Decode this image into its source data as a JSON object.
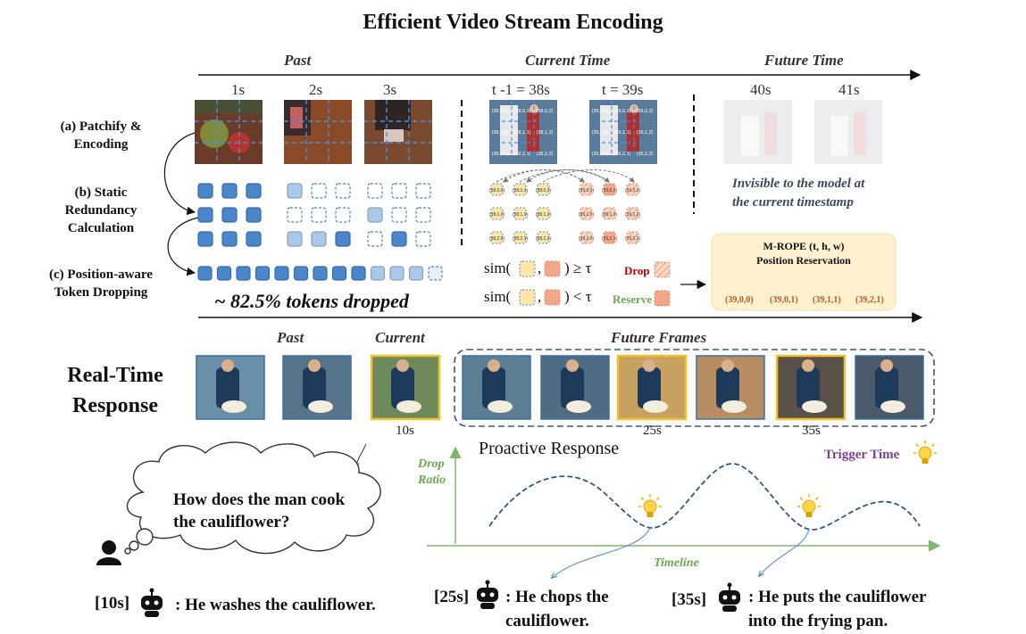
{
  "title": "Efficient Video Stream Encoding",
  "timeline": {
    "past_label": "Past",
    "current_label": "Current Time",
    "future_label": "Future Time",
    "past_times": [
      "1s",
      "2s",
      "3s"
    ],
    "current_times": [
      "t -1 = 38s",
      "t = 39s"
    ],
    "future_times": [
      "40s",
      "41s"
    ]
  },
  "steps": {
    "patchify": "(a) Patchify &\nEncoding",
    "redundancy": "(b) Static\nRedundancy\nCalculation",
    "dropping": "(c) Position-aware\nToken Dropping"
  },
  "tokens_dropped": "~ 82.5%  tokens dropped",
  "invisible_note": "Invisible to the model at\nthe current timestamp",
  "sim": {
    "drop_prefix": "sim(",
    "drop_suffix": ") ≥ τ",
    "reserve_prefix": "sim(",
    "reserve_suffix": ") < τ",
    "comma": ",",
    "drop_label": "Drop",
    "reserve_label": "Reserve"
  },
  "frame_grid_labels": {
    "left": [
      "(38,0,0)",
      "(38,0,1)",
      "(38,0,2)",
      "(38,1,0)",
      "(38,1,1)",
      "(38,1,2)",
      "(38,2,0)",
      "(38,2,1)",
      "(38,2,2)"
    ],
    "right": [
      "(39,0,0)",
      "(39,0,1)",
      "(39,0,2)",
      "(39,1,0)",
      "(39,1,1)",
      "(39,1,2)",
      "(39,2,0)",
      "(39,2,1)",
      "(39,2,2)"
    ]
  },
  "mrope": {
    "title_line1": "M-ROPE (t, h, w)",
    "title_line2": "Position Reservation",
    "positions": [
      "(39,0,0)",
      "(39,0,1)",
      "(39,1,1)",
      "(39,2,1)"
    ]
  },
  "realtime": {
    "title": "Real-Time\nResponse",
    "past_label": "Past",
    "current_label": "Current",
    "future_label": "Future Frames",
    "time_10": "10s",
    "time_25": "25s",
    "time_35": "35s"
  },
  "chart": {
    "proactive_label": "Proactive Response",
    "trigger_label": "Trigger Time",
    "y_axis_label": "Drop\nRatio",
    "x_axis_label": "Timeline"
  },
  "question": "How does the man  cook\nthe cauliflower?",
  "responses": {
    "r10_time": "[10s]",
    "r10_text": ": He washes the cauliflower.",
    "r25_time": "[25s]",
    "r25_text": ": He chops the\ncauliflower.",
    "r35_time": "[35s]",
    "r35_text": ": He puts the cauliflower\ninto the frying pan."
  },
  "colors": {
    "blue_token": "#4a86c8",
    "light_blue_token": "#a9c8ea",
    "orange_token": "#f2a78a",
    "yellow_token": "#fde7a6",
    "mrope_bg": "#fdf1d0",
    "accent_green": "#6aa84f",
    "accent_purple": "#7f3f98",
    "highlight_frame": "#f2c12e"
  }
}
